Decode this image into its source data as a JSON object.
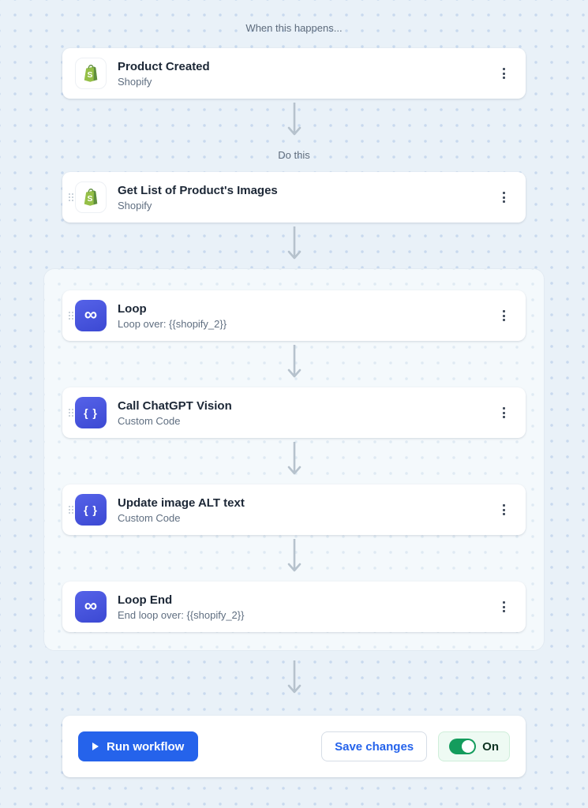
{
  "labels": {
    "trigger": "When this happens...",
    "action": "Do this"
  },
  "cards": [
    {
      "title": "Product Created",
      "subtitle": "Shopify"
    },
    {
      "title": "Get List of Product's Images",
      "subtitle": "Shopify"
    },
    {
      "title": "Loop",
      "subtitle": "Loop over: {{shopify_2}}"
    },
    {
      "title": "Call ChatGPT Vision",
      "subtitle": "Custom Code"
    },
    {
      "title": "Update image ALT text",
      "subtitle": "Custom Code"
    },
    {
      "title": "Loop End",
      "subtitle": "End loop over: {{shopify_2}}"
    }
  ],
  "icons": {
    "loop_glyph": "∞",
    "code_glyph": "{ }",
    "shopify_letter": "S"
  },
  "footer": {
    "run_button": "Run workflow",
    "save_button": "Save changes",
    "toggle_state": "On"
  },
  "colors": {
    "accent_blue": "#2563eb",
    "tile_blue": "#4553dd",
    "shopify_green": "#95BF47",
    "shopify_dark_green": "#5E8E3E",
    "toggle_green": "#149c5d",
    "canvas_bg": "#e9f1f8"
  }
}
